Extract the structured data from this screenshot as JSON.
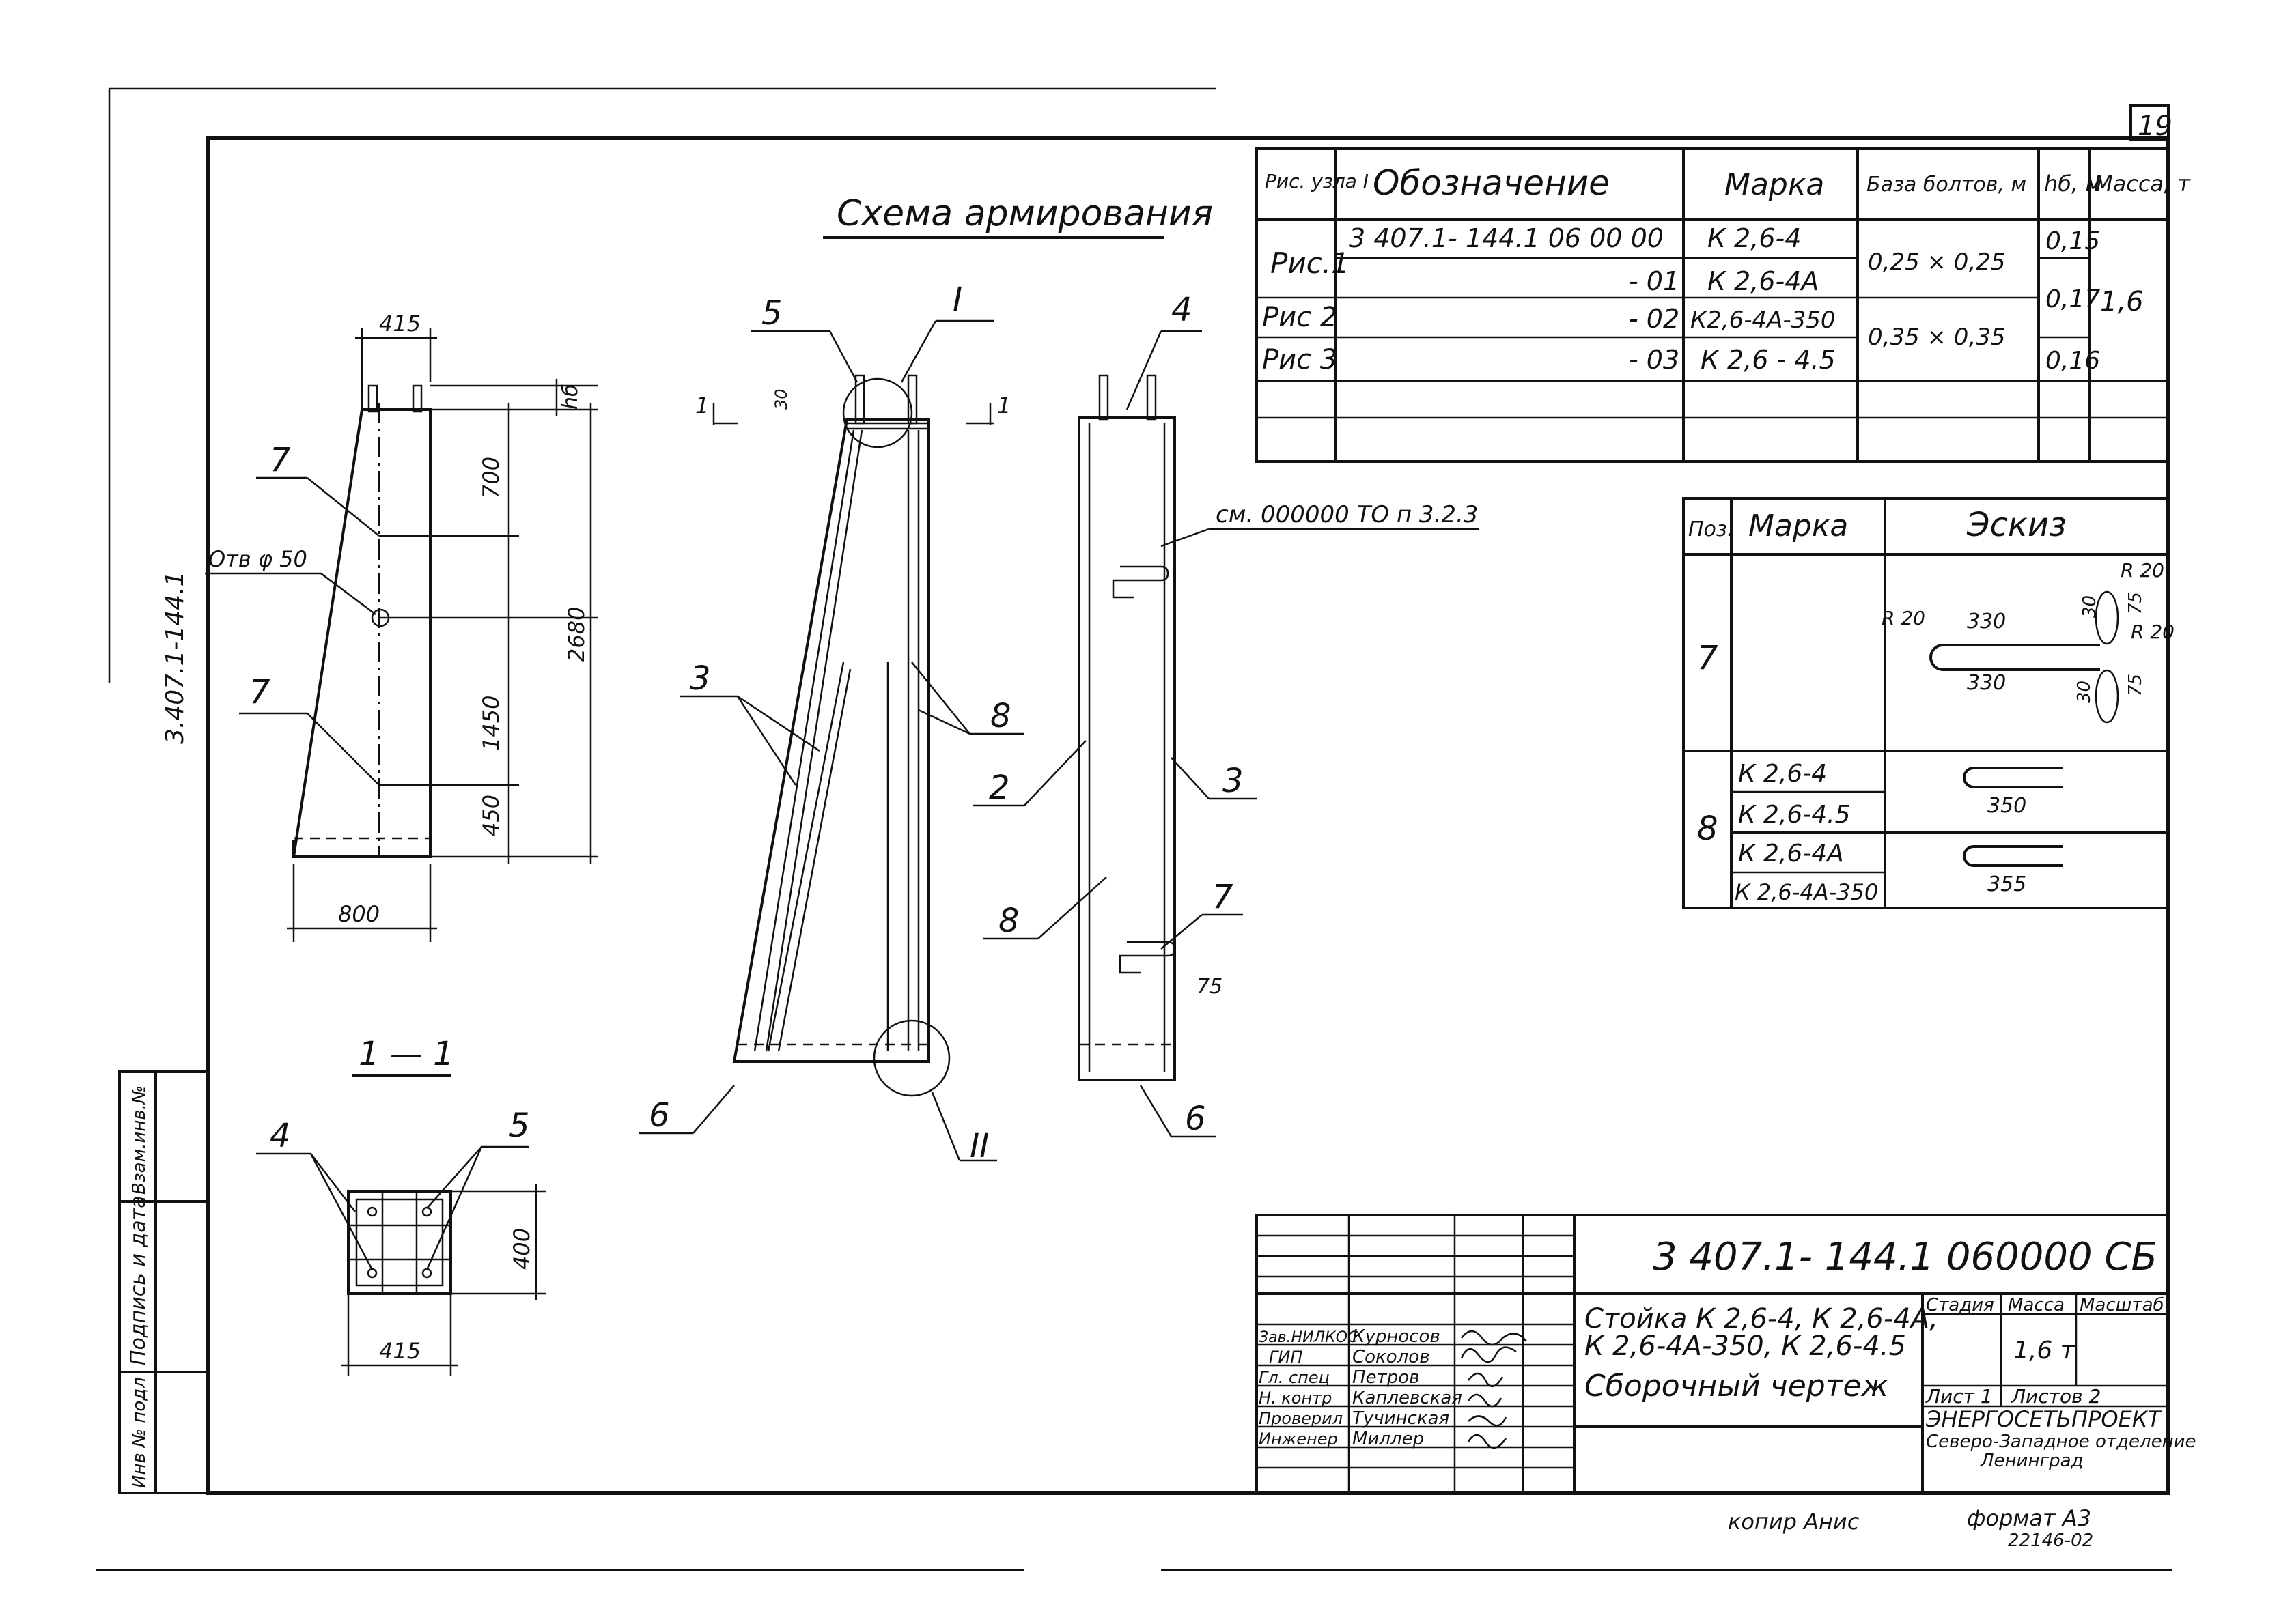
{
  "sheet_number": "19",
  "side_code": "3.407.1-144.1",
  "side_stamp": {
    "inv_no": "Инв № подл",
    "sign_date": "Подпись и дата",
    "replace_inv": "Взам.инв.№"
  },
  "title": "Схема армирования",
  "section_label": "1 — 1",
  "drawing1": {
    "dim_top": "415",
    "dim_hb": "hб",
    "dim_700": "700",
    "dim_2680": "2680",
    "dim_1450": "1450",
    "dim_450": "450",
    "dim_bottom": "800",
    "hole_label": "Отв φ 50",
    "pos7_upper": "7",
    "pos7_lower": "7"
  },
  "drawing2": {
    "pos5": "5",
    "node1": "I",
    "dim30": "30",
    "cut_left": "1",
    "cut_right": "1",
    "pos3": "3",
    "pos8": "8",
    "pos2": "2",
    "pos8b": "8",
    "pos6": "6",
    "node2": "II"
  },
  "drawing3": {
    "pos4": "4",
    "reference": "см. 000000 ТО п 3.2.3",
    "pos3": "3",
    "pos7": "7",
    "dim75": "75",
    "pos6": "6"
  },
  "section": {
    "pos4": "4",
    "pos5": "5",
    "dim400": "400",
    "dim415": "415"
  },
  "spec_table": {
    "headers": [
      "Рис. узла I",
      "Обозначение",
      "Марка",
      "База болтов, м",
      "hб, м",
      "Масса, т"
    ],
    "designation": "3 407.1- 144.1 06 00 00",
    "rows": [
      {
        "fig": "Рис.1",
        "suffix": "",
        "mark": "К 2,6-4"
      },
      {
        "fig": "",
        "suffix": "- 01",
        "mark": "К 2,6-4А"
      },
      {
        "fig": "Рис 2",
        "suffix": "- 02",
        "mark": "К2,6-4А-350"
      },
      {
        "fig": "Рис 3",
        "suffix": "- 03",
        "mark": "К 2,6 - 4.5"
      }
    ],
    "base_1": "0,25 × 0,25",
    "base_2": "0,35 × 0,35",
    "hb_1": "0,15",
    "hb_2": "0,17",
    "hb_3": "0,16",
    "mass": "1,6"
  },
  "sketch_table": {
    "headers": [
      "Поз.",
      "Марка",
      "Эскиз"
    ],
    "pos7": "7",
    "pos8": "8",
    "marks": [
      "К 2,6-4",
      "К 2,6-4.5",
      "К 2,6-4А",
      "К 2,6-4А-350"
    ],
    "r20a": "R 20",
    "r20b": "R 20",
    "r20c": "R 20",
    "d330a": "330",
    "d330b": "330",
    "d30a": "30",
    "d30b": "30",
    "d75a": "75",
    "d75b": "75",
    "d350": "350",
    "d355": "355"
  },
  "title_block": {
    "code": "3 407.1- 144.1 060000 СБ",
    "name_line1": "Стойка  К 2,6-4, К 2,6-4А,",
    "name_line2": "К 2,6-4А-350,  К 2,6-4.5",
    "doc_type": "Сборочный чертеж",
    "stage_h": "Стадия",
    "mass_h": "Масса",
    "scale_h": "Масштаб",
    "mass_value": "1,6 т",
    "sheet": "Лист 1",
    "sheets": "Листов 2",
    "org1": "ЭНЕРГОСЕТЬПРОЕКТ",
    "org2": "Северо-Западное отделение",
    "org3": "Ленинград",
    "people": [
      {
        "role": "Зав.НИЛКОС",
        "name": "Курносов"
      },
      {
        "role": "ГИП",
        "name": "Соколов"
      },
      {
        "role": "Гл. спец",
        "name": "Петров"
      },
      {
        "role": "Н. контр",
        "name": "Каплевская"
      },
      {
        "role": "Проверил",
        "name": "Тучинская"
      },
      {
        "role": "Инженер",
        "name": "Миллер"
      }
    ]
  },
  "footer": {
    "copy": "копир Анис",
    "format": "формат А3",
    "number": "22146-02"
  }
}
